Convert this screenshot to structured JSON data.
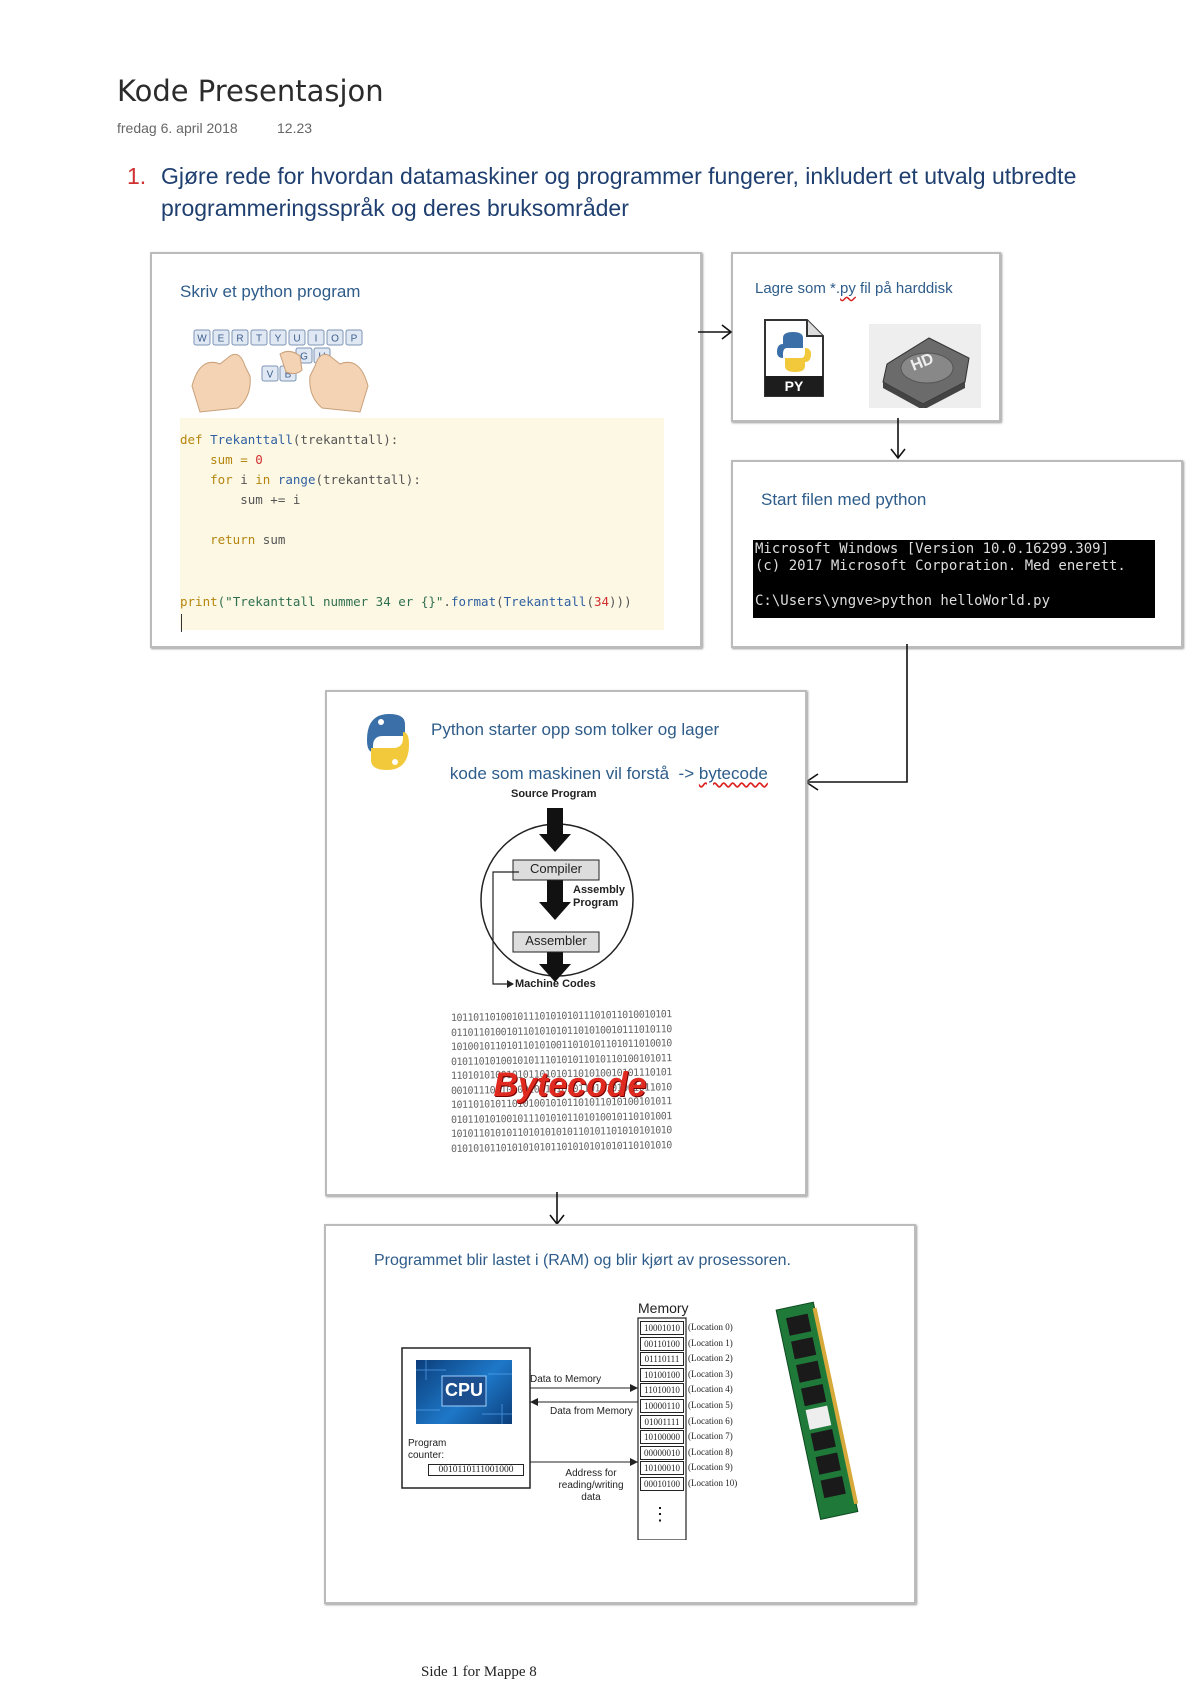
{
  "page": {
    "title": "Kode Presentasjon",
    "date": "fredag 6. april 2018",
    "time": "12.23",
    "heading_number": "1.",
    "heading_text": "Gjøre rede for hvordan datamaskiner og programmer fungerer, inkludert et utvalg utbredte programmeringsspråk og deres bruksområder",
    "footer": "Side 1 for Mappe 8"
  },
  "step1": {
    "title": "Skriv et python program",
    "keyboard_keys": [
      "W",
      "E",
      "R",
      "T",
      "Y",
      "U",
      "I",
      "O",
      "P",
      "G",
      "H",
      "V",
      "B"
    ],
    "code": {
      "l1_kw": "def",
      "l1_fn": "Trekanttall",
      "l1_rest": "(trekanttall):",
      "l2_a": "    sum = ",
      "l2_num": "0",
      "l3_kw1": "    for",
      "l3_b": " i ",
      "l3_kw2": "in",
      "l3_fn": " range",
      "l3_rest": "(trekanttall):",
      "l4": "        sum += i",
      "l5_kw": "    return",
      "l5_rest": " sum",
      "l6_fn": "print",
      "l6_str": "(\"Trekanttall nummer 34 er {}\"",
      "l6_dot": ".",
      "l6_fmt": "format",
      "l6_open": "(",
      "l6_fn2": "Trekanttall",
      "l6_open2": "(",
      "l6_num": "34",
      "l6_close": ")))"
    }
  },
  "step2": {
    "title_pre": "Lagre som *.",
    "title_py": "py",
    "title_post": " fil på harddisk",
    "file_label": "PY",
    "hd_label": "HD"
  },
  "step3": {
    "title": "Start filen med python",
    "terminal": {
      "l1": "Microsoft Windows [Version 10.0.16299.309]",
      "l2": "(c) 2017 Microsoft Corporation. Med enerett.",
      "l3": "",
      "l4": "C:\\Users\\yngve>python helloWorld.py"
    }
  },
  "step4": {
    "title_l1": "Python starter opp som tolker og lager",
    "title_l2_pre": "kode som maskinen vil forstå  -> ",
    "title_l2_word": "bytecode",
    "diagram": {
      "source": "Source Program",
      "compiler": "Compiler",
      "assembly_l1": "Assembly",
      "assembly_l2": "Program",
      "assembler": "Assembler",
      "machine": "Machine Codes"
    },
    "bytecode_label": "Bytecode",
    "binary_rows": [
      "1011011010010111010101011101011010010101",
      "0110110100101101010101101010010111010110",
      "1010010110101101010011010101101011010010",
      "0101101010010101110101011010110100101011",
      "1101010100101011010101101010010101110101",
      "0010111011010010110101011010101001011010",
      "1011010101101010010101101011010100101011",
      "0101101010010111010101101010010110101001",
      "1010110101011010101010110101101010101010",
      "0101010110101010101101010101010110101010"
    ]
  },
  "step5": {
    "title": "Programmet blir lastet i (RAM) og blir kjørt av prosessoren.",
    "cpu_label": "CPU",
    "program_counter_l1": "Program",
    "program_counter_l2": "counter:",
    "program_counter_value": "0010110111001000",
    "data_to_memory": "Data to Memory",
    "data_from_memory": "Data from Memory",
    "address_l1": "Address for",
    "address_l2": "reading/writing",
    "address_l3": "data",
    "memory_title": "Memory",
    "memory_rows": [
      {
        "value": "10001010",
        "loc": "(Location 0)"
      },
      {
        "value": "00110100",
        "loc": "(Location 1)"
      },
      {
        "value": "01110111",
        "loc": "(Location 2)"
      },
      {
        "value": "10100100",
        "loc": "(Location 3)"
      },
      {
        "value": "11010010",
        "loc": "(Location 4)"
      },
      {
        "value": "10000110",
        "loc": "(Location 5)"
      },
      {
        "value": "01001111",
        "loc": "(Location 6)"
      },
      {
        "value": "10100000",
        "loc": "(Location 7)"
      },
      {
        "value": "00000010",
        "loc": "(Location 8)"
      },
      {
        "value": "10100010",
        "loc": "(Location 9)"
      },
      {
        "value": "00010100",
        "loc": "(Location 10)"
      }
    ]
  }
}
